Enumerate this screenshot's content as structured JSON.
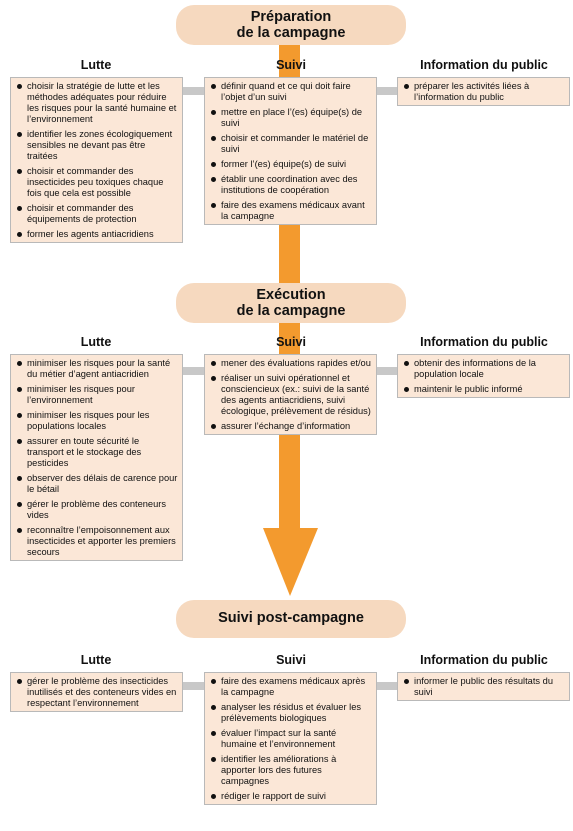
{
  "stages": [
    {
      "title_lines": [
        "Préparation",
        "de la campagne"
      ],
      "columns": [
        {
          "header": "Lutte",
          "items": [
            "choisir la stratégie de lutte et les méthodes adéquates pour réduire les risques pour la santé humaine et l’environnement",
            "identifier les zones écologiquement sensibles  ne devant pas être traitées",
            "choisir et commander des insecticides peu toxiques chaque fois que cela est possible",
            "choisir et commander des équipements de protection",
            "former les agents antiacridiens"
          ]
        },
        {
          "header": "Suivi",
          "items": [
            "définir quand et ce qui doit faire l’objet d’un suivi",
            "mettre en place l’(es) équipe(s) de suivi",
            "choisir et commander le matériel de suivi",
            "former l’(es) équipe(s) de suivi",
            "établir une coordination avec des institutions de coopération",
            "faire des examens médicaux avant la campagne"
          ]
        },
        {
          "header": "Information du public",
          "items": [
            "préparer les activités liées à l’information du public"
          ]
        }
      ]
    },
    {
      "title_lines": [
        "Exécution",
        "de la campagne"
      ],
      "columns": [
        {
          "header": "Lutte",
          "items": [
            "minimiser les risques pour la santé du métier d’agent antiacridien",
            "minimiser les risques pour l’environnement",
            "minimiser les risques pour les populations locales",
            "assurer en toute sécurité le transport et le stockage des pesticides",
            "observer des délais de carence pour le bétail",
            "gérer le problème des conteneurs vides",
            "reconnaître l’empoisonnement aux insecticides et apporter les premiers secours"
          ]
        },
        {
          "header": "Suivi",
          "items": [
            "mener des évaluations rapides et/ou",
            "réaliser un suivi opérationnel et consciencieux (ex.: suivi de la santé des agents antiacridiens, suivi écologique, prélèvement de résidus)",
            "assurer l’échange d’information"
          ]
        },
        {
          "header": "Information du public",
          "items": [
            "obtenir des informations de la population locale",
            "maintenir le public informé"
          ]
        }
      ]
    },
    {
      "title_lines": [
        "Suivi post-campagne"
      ],
      "columns": [
        {
          "header": "Lutte",
          "items": [
            "gérer le problème des insecticides inutilisés et des conteneurs vides en respectant l’environnement"
          ]
        },
        {
          "header": "Suivi",
          "items": [
            "faire des examens médicaux après la campagne",
            "analyser les résidus et évaluer les prélèvements biologiques",
            "évaluer l’impact sur la santé humaine et l’environnement",
            "identifier les améliorations à apporter lors des futures campagnes",
            "rédiger le rapport de suivi"
          ]
        },
        {
          "header": "Information du public",
          "items": [
            "informer le public des résultats du suivi"
          ]
        }
      ]
    }
  ],
  "colors": {
    "arrow": "#f39a2e",
    "pill": "#f6d9bf",
    "box": "#fbe7d7",
    "connector": "#c8c8c8"
  }
}
